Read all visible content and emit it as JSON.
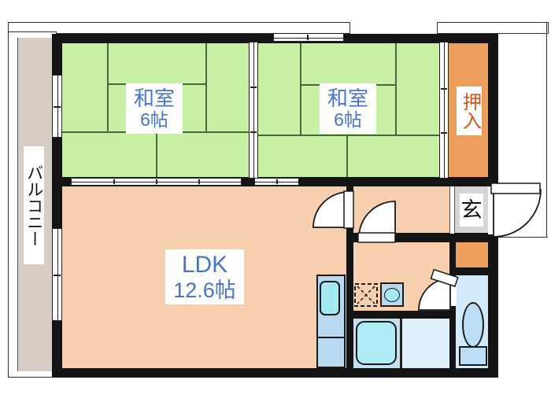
{
  "floorplan": {
    "rooms": {
      "washitsu1": {
        "name": "和室",
        "size": "6帖"
      },
      "washitsu2": {
        "name": "和室",
        "size": "6帖"
      },
      "oshiire": {
        "name": "押入"
      },
      "ldk": {
        "name": "LDK",
        "size": "12.6帖"
      },
      "genkan": {
        "name": "玄"
      },
      "balcony": {
        "name": "バルコニー"
      }
    },
    "fixtures": [
      {
        "icon": "kitchen-sink"
      },
      {
        "icon": "washbasin"
      },
      {
        "icon": "washing-machine-space"
      },
      {
        "icon": "bathtub"
      },
      {
        "icon": "toilet"
      },
      {
        "icon": "swing-door"
      },
      {
        "icon": "sliding-door"
      },
      {
        "icon": "window"
      }
    ],
    "colors": {
      "wall": "#141414",
      "tatami_green": "#c8f0a5",
      "tatami_line": "#44693c",
      "floor_peach": "#f6cfae",
      "closet_orange": "#ec9e5d",
      "balcony_taupe": "#d8cdc4",
      "genkan_gray": "#d5d5d5",
      "unit_blue": "#b9d9f1",
      "bowl_cyan": "#a5e9f3",
      "bath_floor": "#c3e1f3",
      "bath_floor_light": "#dff0fb",
      "toilet_floor": "#d3eafa",
      "tub_cyan": "#b0ecf5",
      "toilet_fixture": "#bcdef6",
      "label_blue": "#4576c8",
      "closet_text_orange": "#d9531e",
      "outline_thin": "#333333"
    }
  }
}
